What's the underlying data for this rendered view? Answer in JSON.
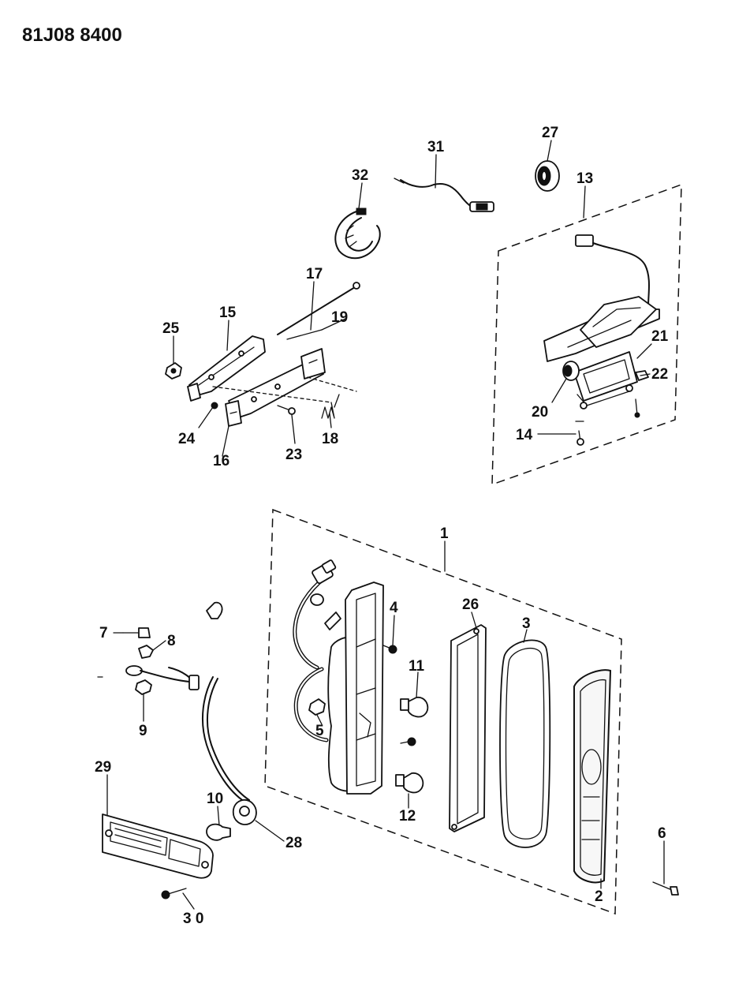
{
  "drawing_number": "81J08 8400",
  "callouts": {
    "c1": "1",
    "c2": "2",
    "c3": "3",
    "c4": "4",
    "c5": "5",
    "c6": "6",
    "c7": "7",
    "c8": "8",
    "c9": "9",
    "c10": "10",
    "c11": "11",
    "c12": "12",
    "c13": "13",
    "c14": "14",
    "c15": "15",
    "c16": "16",
    "c17": "17",
    "c18": "18",
    "c19": "19",
    "c20": "20",
    "c21": "21",
    "c22": "22",
    "c23": "23",
    "c24": "24",
    "c25": "25",
    "c26": "26",
    "c27": "27",
    "c28": "28",
    "c29": "29",
    "c30": "3 0",
    "c31": "31",
    "c32": "32"
  }
}
